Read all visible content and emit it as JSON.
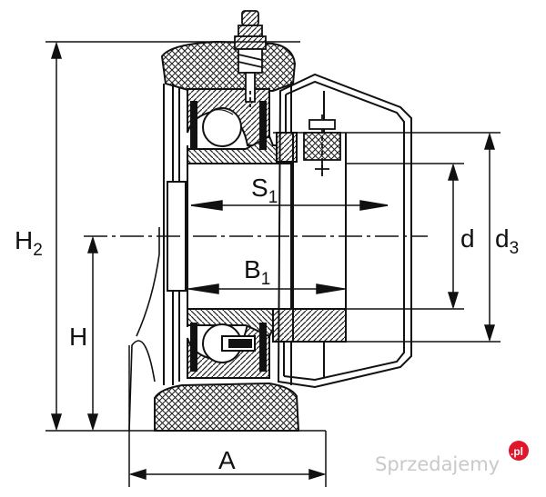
{
  "labels": {
    "H2": {
      "main": "H",
      "sub": "2"
    },
    "H": "H",
    "A": "A",
    "S1": {
      "main": "S",
      "sub": "1"
    },
    "B1": {
      "main": "B",
      "sub": "1"
    },
    "d": "d",
    "d3": {
      "main": "d",
      "sub": "3"
    }
  },
  "watermark": {
    "text": "Sprzedajemy",
    "badge": ".pl"
  },
  "colors": {
    "line": "#111111",
    "hatch": "#222222",
    "watermark": "#c9c9c9",
    "badge": "#e0162b"
  }
}
